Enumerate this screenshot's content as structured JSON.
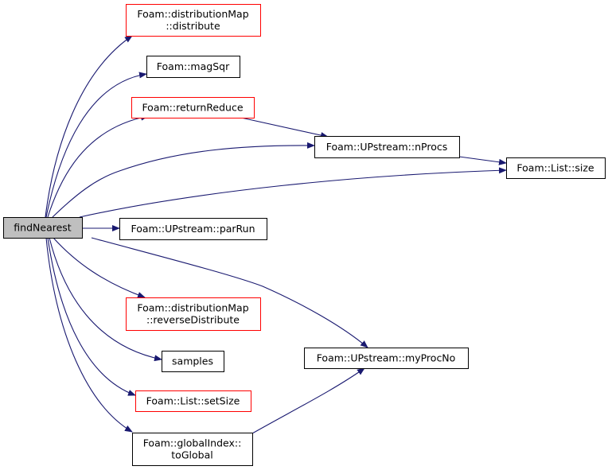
{
  "nodes": {
    "findNearest": {
      "lines": [
        "findNearest"
      ],
      "border": "#000000",
      "fill": "#bfbfbf"
    },
    "distribute": {
      "lines": [
        "Foam::distributionMap",
        "::distribute"
      ],
      "border": "#ff0000",
      "fill": "#ffffff"
    },
    "magSqr": {
      "lines": [
        "Foam::magSqr"
      ],
      "border": "#000000",
      "fill": "#ffffff"
    },
    "returnReduce": {
      "lines": [
        "Foam::returnReduce"
      ],
      "border": "#ff0000",
      "fill": "#ffffff"
    },
    "nProcs": {
      "lines": [
        "Foam::UPstream::nProcs"
      ],
      "border": "#000000",
      "fill": "#ffffff"
    },
    "size": {
      "lines": [
        "Foam::List::size"
      ],
      "border": "#000000",
      "fill": "#ffffff"
    },
    "parRun": {
      "lines": [
        "Foam::UPstream::parRun"
      ],
      "border": "#000000",
      "fill": "#ffffff"
    },
    "reverseDistribute": {
      "lines": [
        "Foam::distributionMap",
        "::reverseDistribute"
      ],
      "border": "#ff0000",
      "fill": "#ffffff"
    },
    "samples": {
      "lines": [
        "samples"
      ],
      "border": "#000000",
      "fill": "#ffffff"
    },
    "myProcNo": {
      "lines": [
        "Foam::UPstream::myProcNo"
      ],
      "border": "#000000",
      "fill": "#ffffff"
    },
    "setSize": {
      "lines": [
        "Foam::List::setSize"
      ],
      "border": "#ff0000",
      "fill": "#ffffff"
    },
    "toGlobal": {
      "lines": [
        "Foam::globalIndex::",
        "toGlobal"
      ],
      "border": "#000000",
      "fill": "#ffffff"
    }
  },
  "edge_color": "#191970"
}
